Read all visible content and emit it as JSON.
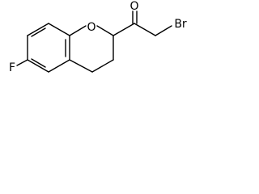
{
  "molecule": {
    "atoms": {
      "oxygen_ring": "O",
      "oxygen_carbonyl": "O",
      "fluorine": "F",
      "bromine": "Br"
    }
  }
}
